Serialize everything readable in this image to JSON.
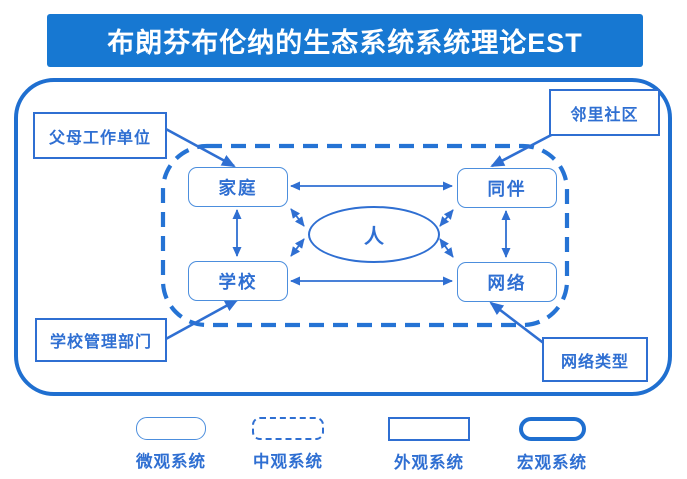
{
  "title": "布朗芬布伦纳的生态系统系统理论EST",
  "colors": {
    "banner_fill": "#1778D2",
    "macro_border": "#1F6FD0",
    "line_blue": "#2F6FD2",
    "node_border": "#4C8EDD",
    "title_text": "#FFFFFF"
  },
  "diagram": {
    "center": "人",
    "nodes": {
      "family": "家庭",
      "peers": "同伴",
      "school": "学校",
      "network": "网络"
    },
    "external": {
      "parents_workplace": "父母工作单位",
      "neighborhood": "邻里社区",
      "school_admin": "学校管理部门",
      "network_type": "网络类型"
    }
  },
  "legend": {
    "items": [
      {
        "label": "微观系统",
        "shape": "thin-solid-rounded-rect"
      },
      {
        "label": "中观系统",
        "shape": "dashed-rounded-rect"
      },
      {
        "label": "外观系统",
        "shape": "solid-rect"
      },
      {
        "label": "宏观系统",
        "shape": "thick-solid-rounded-rect"
      }
    ]
  }
}
